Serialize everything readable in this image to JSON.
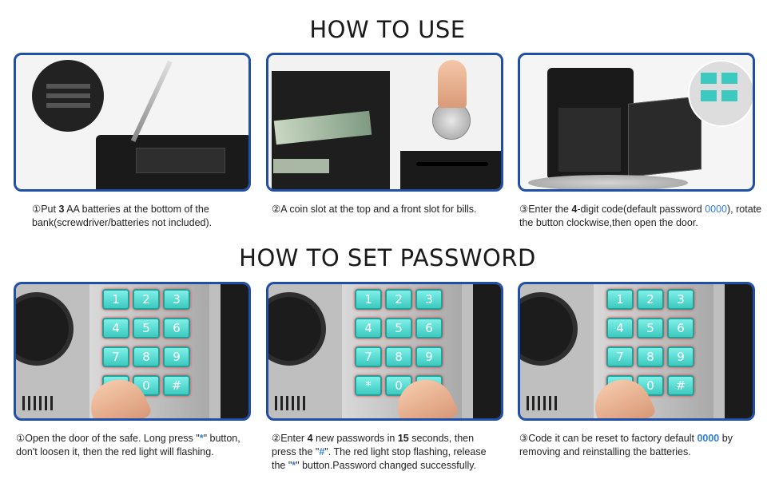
{
  "headings": {
    "use": "HOW TO USE",
    "password": "HOW TO SET PASSWORD"
  },
  "use_steps": [
    {
      "num": "①",
      "parts": [
        "Put ",
        "3",
        " AA batteries at the bottom of the bank(screwdriver/batteries not included)."
      ]
    },
    {
      "num": "②",
      "parts": [
        "A coin slot at the top and a front slot for bills."
      ]
    },
    {
      "num": "③",
      "parts": [
        "Enter the ",
        "4",
        "-digit code(default password ",
        "0000",
        "), rotate the button clockwise,then open the door."
      ]
    }
  ],
  "password_steps": [
    {
      "num": "①",
      "parts": [
        "Open the door of the safe. Long press \"",
        "*",
        "\" button, don't loosen it, then the red light will flashing."
      ]
    },
    {
      "num": "②",
      "parts": [
        "Enter ",
        "4",
        " new passwords in ",
        "15",
        " seconds, then press the \"",
        "#",
        "\". The red light stop flashing, release the \"",
        "*",
        "\" button.Password changed successfully."
      ]
    },
    {
      "num": "③",
      "parts": [
        "Code it can be reset to factory default ",
        "0000",
        " by removing and reinstalling the batteries."
      ]
    }
  ],
  "keypad": [
    "1",
    "2",
    "3",
    "4",
    "5",
    "6",
    "7",
    "8",
    "9",
    "*",
    "0",
    "#"
  ],
  "colors": {
    "frame": "#1f4fa8",
    "highlight": "#2f7fd6",
    "key": "#3cc9bf"
  }
}
